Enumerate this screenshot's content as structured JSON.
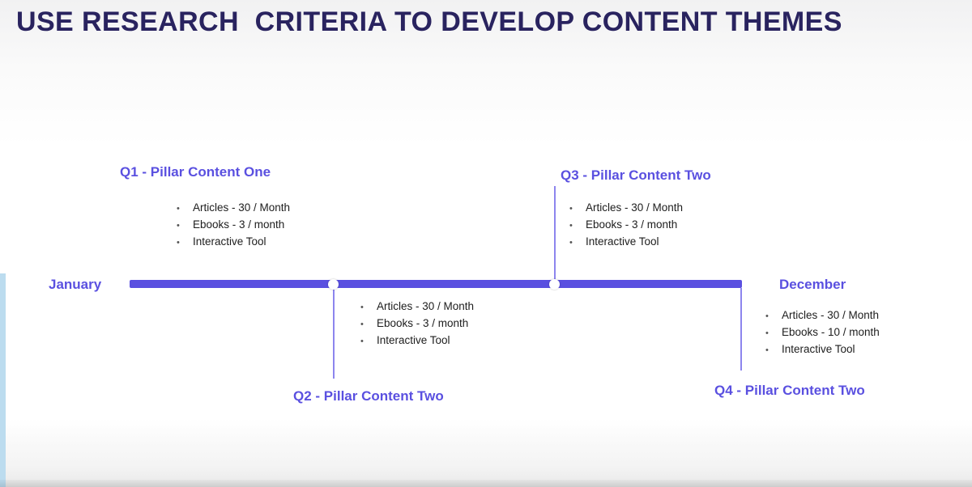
{
  "slide": {
    "title": "USE RESEARCH  CRITERIA TO DEVELOP CONTENT THEMES",
    "timeline": {
      "start_label": "January",
      "end_label": "December"
    },
    "quarters": [
      {
        "label": "Q1 - Pillar Content One",
        "position": "above-left",
        "items": [
          "Articles - 30 / Month",
          "Ebooks - 3 / month",
          "Interactive Tool"
        ]
      },
      {
        "label": "Q2 - Pillar Content Two",
        "position": "below-center-left",
        "items": [
          "Articles - 30 / Month",
          "Ebooks - 3 / month",
          "Interactive Tool"
        ]
      },
      {
        "label": "Q3 - Pillar Content Two",
        "position": "above-center-right",
        "items": [
          "Articles - 30 / Month",
          "Ebooks - 3 / month",
          "Interactive Tool"
        ]
      },
      {
        "label": "Q4 - Pillar Content Two",
        "position": "below-right",
        "items": [
          "Articles - 30 / Month",
          "Ebooks - 10 / month",
          "Interactive Tool"
        ]
      }
    ],
    "bullet_glyph": "•",
    "colors": {
      "accent": "#5a50e0",
      "title": "#29235f",
      "text": "#1d1d1d"
    }
  }
}
